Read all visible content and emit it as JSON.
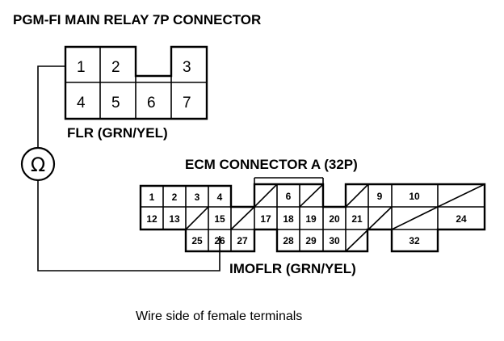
{
  "relay_connector": {
    "title": "PGM-FI MAIN RELAY 7P CONNECTOR",
    "wire_label": "FLR (GRN/YEL)",
    "pins_top": [
      "1",
      "2",
      "3"
    ],
    "pins_bottom": [
      "4",
      "5",
      "6",
      "7"
    ]
  },
  "meter": {
    "symbol": "Ω",
    "icon": "ohmmeter-icon"
  },
  "ecm_connector": {
    "title": "ECM CONNECTOR A (32P)",
    "wire_label": "IMOFLR (GRN/YEL)",
    "row1": [
      "1",
      "2",
      "3",
      "4",
      "6",
      "9",
      "10"
    ],
    "row2": [
      "12",
      "13",
      "15",
      "17",
      "18",
      "19",
      "20",
      "21",
      "24"
    ],
    "row3": [
      "25",
      "26",
      "27",
      "28",
      "29",
      "30",
      "32"
    ]
  },
  "caption": "Wire side of female terminals"
}
